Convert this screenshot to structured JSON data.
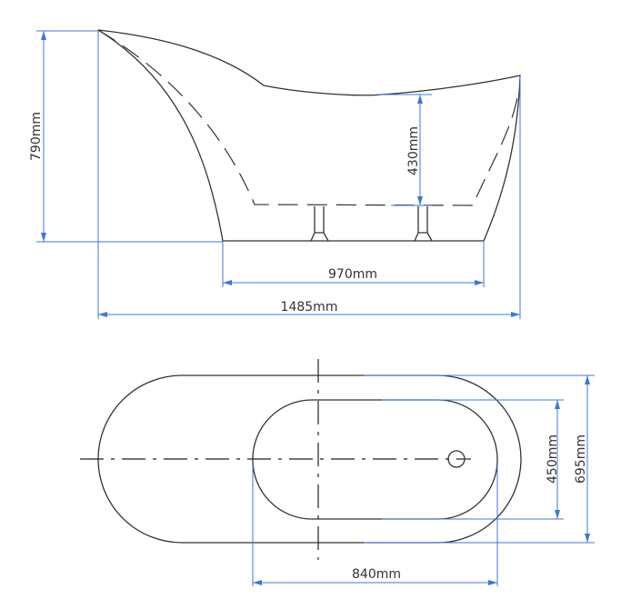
{
  "title": "Freestanding bathtub dimension drawing",
  "side_view": {
    "overall_height": "790mm",
    "inner_depth": "430mm",
    "base_length": "970mm",
    "overall_length": "1485mm"
  },
  "top_view": {
    "overall_width": "695mm",
    "inner_width": "450mm",
    "inner_length": "840mm"
  },
  "colors": {
    "dimension": "#3b78d8",
    "outline": "#333333"
  }
}
